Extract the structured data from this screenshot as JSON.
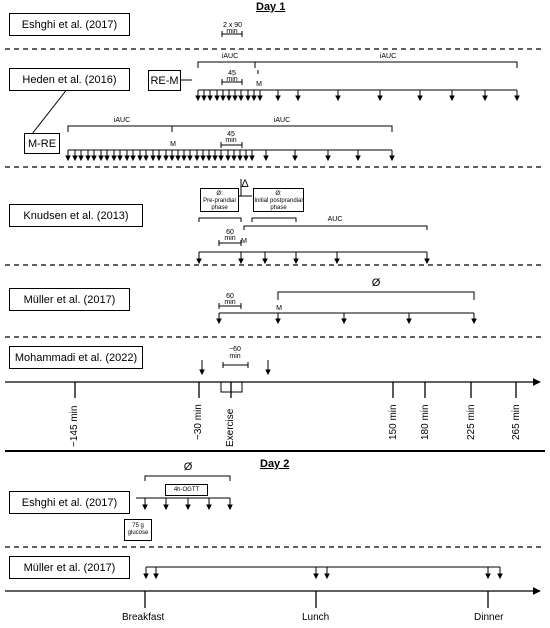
{
  "days": {
    "day1": "Day 1",
    "day2": "Day 2"
  },
  "studies": {
    "eshghi1": "Eshghi et al. (2017)",
    "heden": "Heden et al. (2016)",
    "knudsen": "Knudsen et al. (2013)",
    "muller1": "Müller et al. (2017)",
    "mohammadi": "Mohammadi et al. (2022)",
    "eshghi2": "Eshghi et al. (2017)",
    "muller2": "Müller et al. (2017)"
  },
  "conditions": {
    "re_m": "RE-M",
    "m_re": "M-RE"
  },
  "labels": {
    "eshghi_dur_1": "2 x 90",
    "eshghi_dur_2": "min",
    "iauc": "iAUC",
    "auc": "AUC",
    "meal": "M",
    "dur45_1": "45",
    "dur45_2": "min",
    "dur60_1": "60",
    "dur60_2": "min",
    "dur60approx_1": "~60",
    "dur60approx_2": "min",
    "null_symbol": "Ø",
    "delta": "Δ",
    "preprandial_1": "Ø:",
    "preprandial_2": "Pre-prandial",
    "preprandial_3": "phase",
    "postprandial_1": "Ø:",
    "postprandial_2": "Initial postprandial",
    "postprandial_3": "phase",
    "ogtt": "4h-OGTT",
    "glucose_1": "75 g",
    "glucose_2": "glucose"
  },
  "timeline_day1": [
    "−145 min",
    "−30 min",
    "Exercise",
    "150 min",
    "180 min",
    "225 min",
    "265 min"
  ],
  "timeline_day2": [
    "Breakfast",
    "Lunch",
    "Dinner"
  ]
}
